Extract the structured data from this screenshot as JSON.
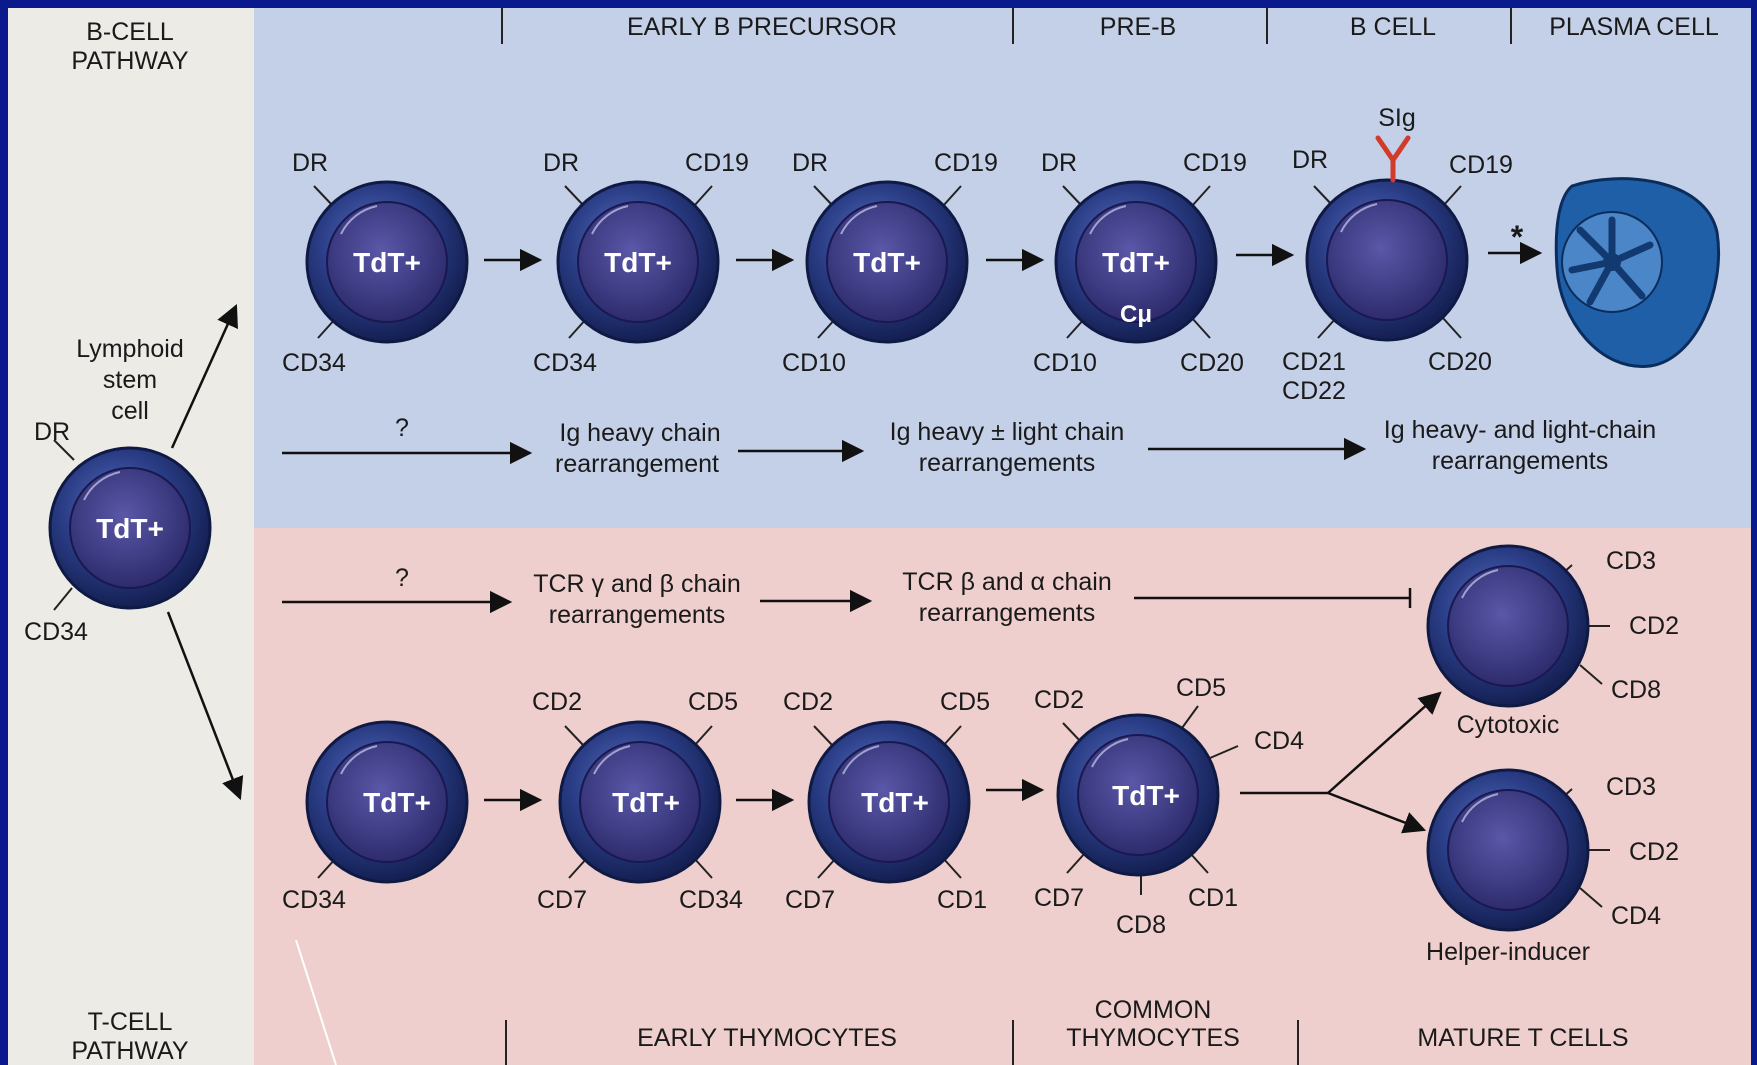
{
  "headers": {
    "b_pathway": [
      "B-CELL",
      "PATHWAY"
    ],
    "t_pathway": [
      "T-CELL",
      "PATHWAY"
    ],
    "b_stages": [
      "EARLY B PRECURSOR",
      "PRE-B",
      "B CELL",
      "PLASMA CELL"
    ],
    "t_stages": [
      "EARLY THYMOCYTES",
      "COMMON",
      "THYMOCYTES",
      "MATURE T CELLS"
    ]
  },
  "stem_cell": {
    "label_lines": [
      "Lymphoid",
      "stem",
      "cell"
    ],
    "marker": "TdT+",
    "surface": [
      "DR",
      "CD34"
    ]
  },
  "b_cells": [
    {
      "marker": "TdT+",
      "surface": [
        "DR",
        "CD34"
      ]
    },
    {
      "marker": "TdT+",
      "surface": [
        "DR",
        "CD19",
        "CD34"
      ]
    },
    {
      "marker": "TdT+",
      "surface": [
        "DR",
        "CD19",
        "CD10"
      ]
    },
    {
      "marker": "TdT+",
      "sub": "Cμ",
      "surface": [
        "DR",
        "CD19",
        "CD10",
        "CD20"
      ]
    },
    {
      "marker": "",
      "surface": [
        "DR",
        "SIg",
        "CD19",
        "CD21",
        "CD22",
        "CD20"
      ]
    }
  ],
  "plasma_transition": "*",
  "b_process": {
    "q": "?",
    "step1": [
      "Ig heavy chain",
      "rearrangement"
    ],
    "step2": [
      "Ig heavy ± light chain",
      "rearrangements"
    ],
    "step3": [
      "Ig heavy- and light-chain",
      "rearrangements"
    ]
  },
  "t_process": {
    "q": "?",
    "step1": [
      "TCR γ and β chain",
      "rearrangements"
    ],
    "step2": [
      "TCR β and α chain",
      "rearrangements"
    ]
  },
  "t_cells": [
    {
      "marker": "TdT+",
      "surface": [
        "CD34"
      ]
    },
    {
      "marker": "TdT+",
      "surface": [
        "CD2",
        "CD5",
        "CD7",
        "CD34"
      ]
    },
    {
      "marker": "TdT+",
      "surface": [
        "CD2",
        "CD5",
        "CD7",
        "CD1"
      ]
    },
    {
      "marker": "TdT+",
      "surface": [
        "CD2",
        "CD5",
        "CD4",
        "CD7",
        "CD8",
        "CD1"
      ]
    }
  ],
  "mature_t": [
    {
      "name": "Cytotoxic",
      "surface": [
        "CD3",
        "CD2",
        "CD8"
      ]
    },
    {
      "name": "Helper-inducer",
      "surface": [
        "CD3",
        "CD2",
        "CD4"
      ]
    }
  ],
  "colors": {
    "frame": "#0a1a8c",
    "b_panel": "#c4cfe8",
    "t_panel": "#efcfcd",
    "left_panel": "#ecebe6",
    "cell": "#1c2f6e",
    "sig": "#d23a2a"
  }
}
